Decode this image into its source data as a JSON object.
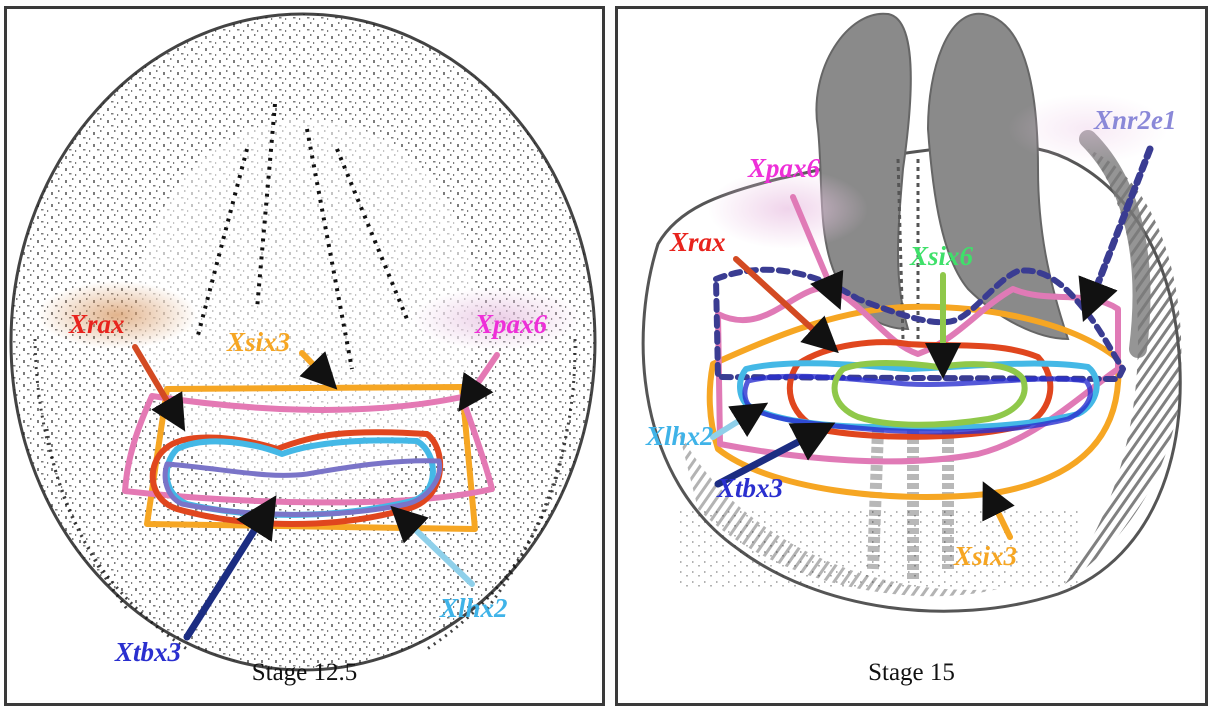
{
  "colors": {
    "Xrax": "#e8231d",
    "Xsix3": "#f6a623",
    "Xpax6": "#ee2fd8",
    "Xtbx3": "#2a2fcf",
    "Xlhx2": "#3fb3e8",
    "Xsix6": "#3fe06a",
    "Xnr2e1": "#8a88d8"
  },
  "panels": [
    {
      "stage_label": "Stage 12.5",
      "genes": {
        "Xrax": "Xrax",
        "Xsix3": "Xsix3",
        "Xpax6": "Xpax6",
        "Xtbx3": "Xtbx3",
        "Xlhx2": "Xlhx2"
      }
    },
    {
      "stage_label": "Stage 15",
      "genes": {
        "Xpax6": "Xpax6",
        "Xnr2e1": "Xnr2e1",
        "Xrax": "Xrax",
        "Xsix6": "Xsix6",
        "Xlhx2": "Xlhx2",
        "Xtbx3": "Xtbx3",
        "Xsix3": "Xsix3"
      }
    }
  ]
}
